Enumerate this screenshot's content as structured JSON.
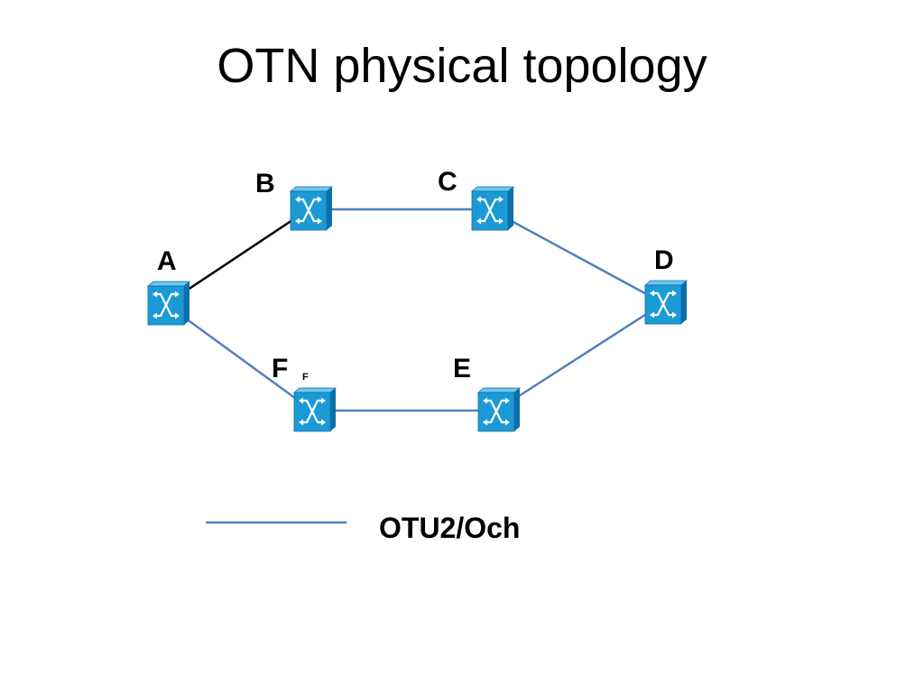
{
  "title": "OTN physical topology",
  "nodes": [
    {
      "id": "A",
      "label": "A"
    },
    {
      "id": "B",
      "label": "B"
    },
    {
      "id": "C",
      "label": "C"
    },
    {
      "id": "D",
      "label": "D"
    },
    {
      "id": "E",
      "label": "E"
    },
    {
      "id": "F",
      "label": "F",
      "sublabel": "F"
    }
  ],
  "links": [
    {
      "from": "A",
      "to": "B",
      "color": "#000000"
    },
    {
      "from": "B",
      "to": "C",
      "color": "#4f81bd"
    },
    {
      "from": "C",
      "to": "D",
      "color": "#4f81bd"
    },
    {
      "from": "D",
      "to": "E",
      "color": "#4f81bd"
    },
    {
      "from": "E",
      "to": "F",
      "color": "#4f81bd"
    },
    {
      "from": "F",
      "to": "A",
      "color": "#4f81bd"
    }
  ],
  "legend": {
    "label": "OTU2/Och",
    "line_color": "#4f81bd"
  },
  "colors": {
    "switch_face": "#1b9ad6",
    "switch_top": "#6cc7ef",
    "switch_side": "#0d6fa8",
    "link_blue": "#4f81bd",
    "link_black": "#000000"
  },
  "icon": "optical-switch-icon"
}
